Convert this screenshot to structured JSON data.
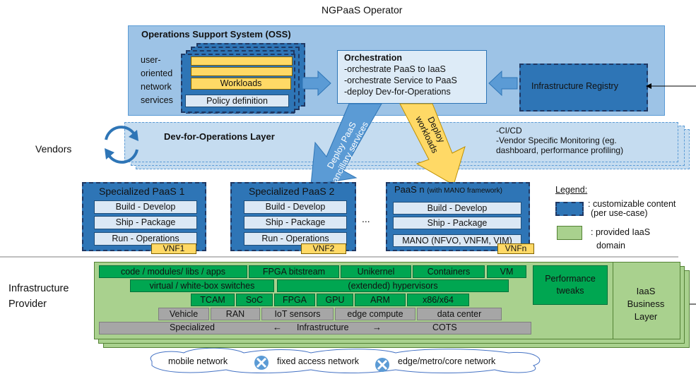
{
  "title": "NGPaaS Operator",
  "oss": {
    "title": "Operations Support System (OSS)",
    "user_services": [
      "user-",
      "oriented",
      "network",
      "services"
    ],
    "workloads": "Workloads",
    "policy": "Policy definition"
  },
  "orchestration": {
    "title": "Orchestration",
    "lines": [
      "-orchestrate PaaS to IaaS",
      "-orchestrate Service to PaaS",
      "-deploy Dev-for-Operations"
    ]
  },
  "registry": "Infrastructure Registry",
  "vendors": "Vendors",
  "devops": {
    "title": "Dev-for-Operations Layer",
    "notes": [
      "-CI/CD",
      "-Vendor Specific Monitoring  (eg.",
      "dashboard,  performance profiling)"
    ]
  },
  "arrows": {
    "deploy_paas": [
      "Deploy PaaS",
      "ancillary services"
    ],
    "deploy_workloads": [
      "Deploy",
      "workloads"
    ]
  },
  "paas": [
    {
      "title": "Specialized PaaS 1",
      "rows": [
        "Build - Develop",
        "Ship - Package",
        "Run - Operations"
      ],
      "vnf": "VNF1"
    },
    {
      "title": "Specialized PaaS 2",
      "rows": [
        "Build - Develop",
        "Ship - Package",
        "Run - Operations"
      ],
      "vnf": "VNF2"
    },
    {
      "title": "PaaS n",
      "subtitle": "(with MANO framework)",
      "rows": [
        "Build - Develop",
        "Ship - Package",
        "MANO (NFVO, VNFM, VIM)"
      ],
      "vnf": "VNFn"
    }
  ],
  "ellipsis": "...",
  "legend": {
    "title": "Legend:",
    "custom": [
      ": customizable content",
      "(per use-case)"
    ],
    "provided": [
      ": provided IaaS",
      "domain"
    ]
  },
  "infra_provider": [
    "Infrastructure",
    "Provider"
  ],
  "iaas": {
    "row1": [
      "code / modules/ libs / apps",
      "FPGA bitstream",
      "Unikernel",
      "Containers",
      "VM"
    ],
    "row2": [
      "virtual / white-box switches",
      "(extended) hypervisors"
    ],
    "row3": [
      "TCAM",
      "SoC",
      "FPGA",
      "GPU",
      "ARM",
      "x86/x64"
    ],
    "row4": [
      "Vehicle",
      "RAN",
      "IoT sensors",
      "edge compute",
      "data center"
    ],
    "row5": [
      "Specialized",
      "←",
      "Infrastructure",
      "→",
      "COTS"
    ],
    "perf": [
      "Performance",
      "tweaks"
    ],
    "business": [
      "IaaS",
      "Business",
      "Layer"
    ]
  },
  "networks": [
    "mobile network",
    "fixed access network",
    "edge/metro/core network"
  ],
  "colors": {
    "oss_bg": "#9dc3e6",
    "dark_blue": "#2e75b6",
    "yellow": "#ffd966",
    "green_bg": "#a9d18e",
    "green": "#00a651",
    "grey": "#a6a6a6"
  }
}
